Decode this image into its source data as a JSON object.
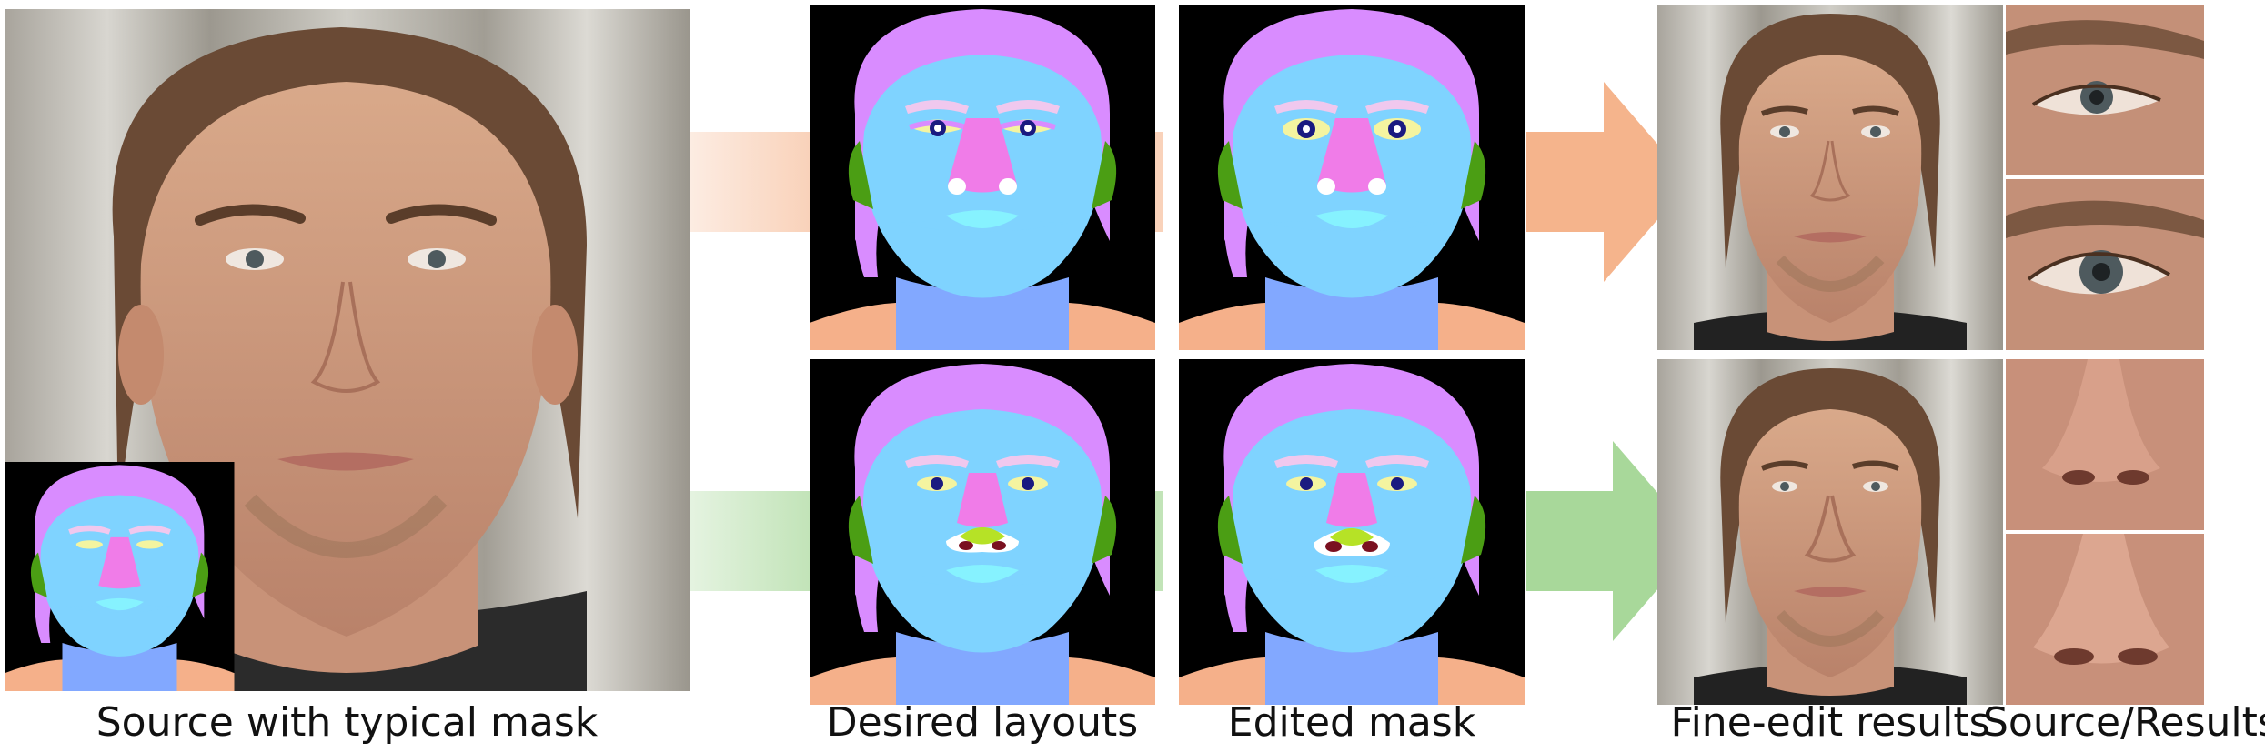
{
  "captions": {
    "source": "Source with typical mask",
    "desired": "Desired layouts",
    "edited": "Edited mask",
    "results": "Fine-edit results",
    "source_results": "Source/Results"
  },
  "colors": {
    "mask_background": "#000000",
    "mask_face": "#7fd3ff",
    "mask_hair": "#d98cff",
    "mask_neck": "#82a8ff",
    "mask_ear": "#4b9e14",
    "mask_brow": "#f0c8ee",
    "mask_nose": "#f07ce8",
    "mask_lip": "#86f2ff",
    "mask_eye": "#f4f4a0",
    "mask_cloth": "#f5b08a",
    "edit_row1_arrow": "#f5b48c",
    "edit_row2_arrow": "#a8d89a"
  }
}
